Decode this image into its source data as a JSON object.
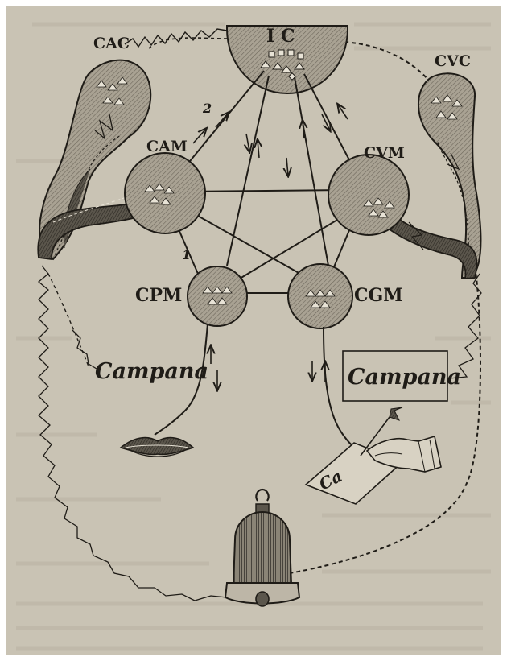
{
  "diagram": {
    "centers": {
      "ic": "I C",
      "cac": "CAC",
      "cvc": "CVC",
      "cam": "CAM",
      "cvm": "CVM",
      "cpm": "CPM",
      "cgm": "CGM"
    },
    "numbers": {
      "one": "1",
      "two": "2"
    },
    "words": {
      "campana_left": "Campana",
      "campana_boxed": "Campana",
      "paper_writing": "Ca"
    },
    "icons": {
      "mouth": "lips-icon",
      "hand": "writing-hand-icon",
      "bell": "bell-icon"
    },
    "colors": {
      "paper": "#c9c3b4",
      "ink": "#1f1c17",
      "circle_fill": "#a49d8f"
    }
  }
}
